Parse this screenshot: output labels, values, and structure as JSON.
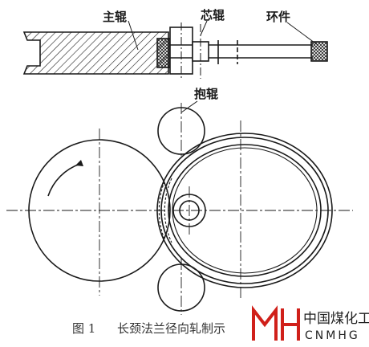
{
  "labels": {
    "main_roll": "主辊",
    "core_roll": "芯辊",
    "ring": "环件",
    "hold_roll": "抱辊"
  },
  "caption": {
    "number": "图 1",
    "text": "长颈法兰径向轧制示"
  },
  "logo": {
    "name_cn": "中国煤化工",
    "name_en": "CNMHG"
  },
  "colors": {
    "ink": "#1a1a1a",
    "logo_red": "#d0201a"
  }
}
